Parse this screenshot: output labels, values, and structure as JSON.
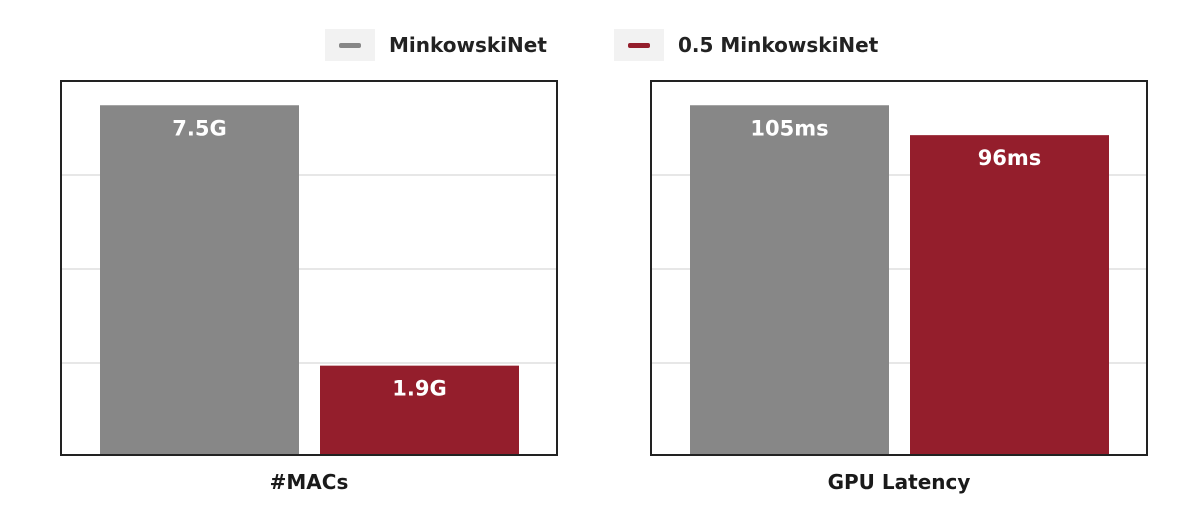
{
  "legend": [
    {
      "label": "MinkowskiNet",
      "color": "#878787"
    },
    {
      "label": "0.5 MinkowskiNet",
      "color": "#941e2c"
    }
  ],
  "chart_data": [
    {
      "type": "bar",
      "xlabel": "#MACs",
      "ylabel": "",
      "ylim": [
        0,
        8
      ],
      "grid": true,
      "series": [
        {
          "name": "MinkowskiNet",
          "value": 7.5,
          "label": "7.5G",
          "color": "#878787"
        },
        {
          "name": "0.5 MinkowskiNet",
          "value": 1.9,
          "label": "1.9G",
          "color": "#941e2c"
        }
      ]
    },
    {
      "type": "bar",
      "xlabel": "GPU Latency",
      "ylabel": "",
      "ylim": [
        0,
        112
      ],
      "grid": true,
      "series": [
        {
          "name": "MinkowskiNet",
          "value": 105,
          "label": "105ms",
          "color": "#878787"
        },
        {
          "name": "0.5 MinkowskiNet",
          "value": 96,
          "label": "96ms",
          "color": "#941e2c"
        }
      ]
    }
  ]
}
